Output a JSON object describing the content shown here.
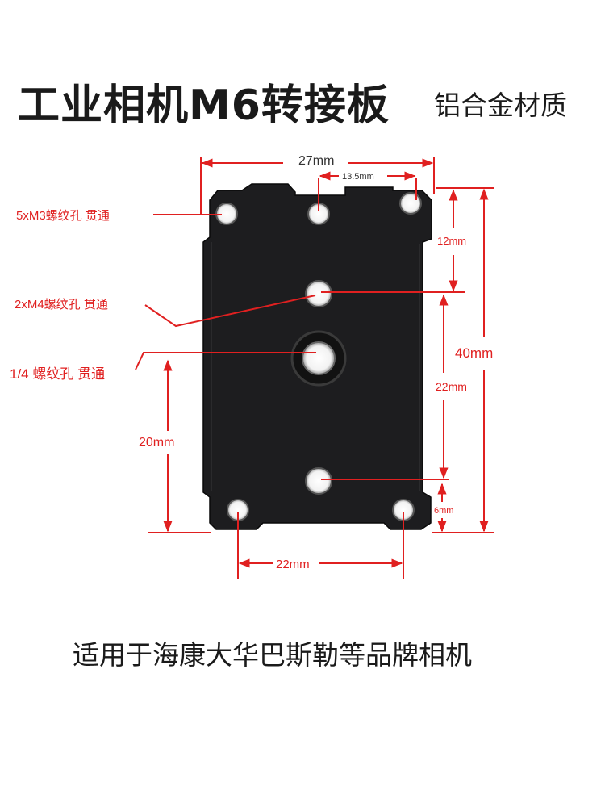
{
  "title": "工业相机M6转接板",
  "subtitle": "铝合金材质",
  "caption": "适用于海康大华巴斯勒等品牌相机",
  "colors": {
    "plate": "#1d1d1f",
    "dimension": "#e02020",
    "text": "#1a1a1a"
  },
  "callouts": {
    "m3_holes": "5xM3螺纹孔 贯通",
    "m4_holes": "2xM4螺纹孔 贯通",
    "quarter_hole": "1/4 螺纹孔 贯通"
  },
  "dimensions": {
    "top_width": "27mm",
    "top_spacing": "13.5mm",
    "right_upper": "12mm",
    "right_total": "40mm",
    "right_middle": "22mm",
    "right_lower": "6mm",
    "left_height": "20mm",
    "bottom_width": "22mm"
  }
}
